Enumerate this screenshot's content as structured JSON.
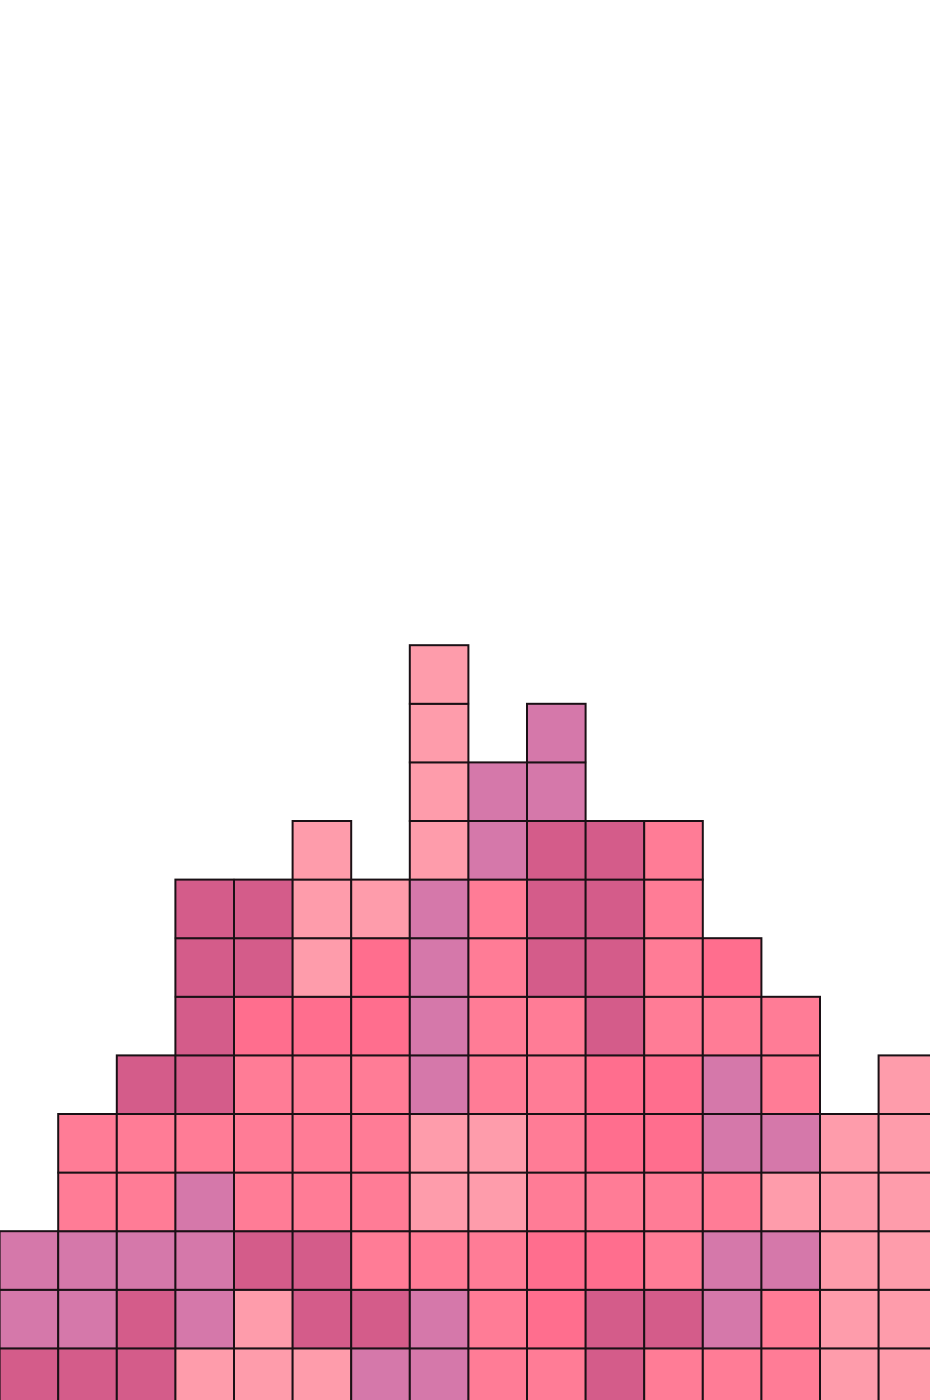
{
  "board": {
    "columns": 16,
    "visible_rows": 13,
    "palette": {
      "1": "#d45c8a",
      "2": "#d578aa",
      "3": "#ff7c96",
      "4": "#ff6e8e",
      "5": "#fe9cab"
    },
    "grid_bottom_up": [
      [
        1,
        1,
        1,
        5,
        5,
        5,
        2,
        2,
        3,
        3,
        1,
        3,
        3,
        3,
        5,
        5
      ],
      [
        2,
        2,
        1,
        2,
        5,
        1,
        1,
        2,
        3,
        4,
        1,
        1,
        2,
        3,
        5,
        5
      ],
      [
        2,
        2,
        2,
        2,
        1,
        1,
        3,
        3,
        3,
        4,
        4,
        3,
        2,
        2,
        5,
        5
      ],
      [
        0,
        3,
        3,
        2,
        3,
        3,
        3,
        5,
        5,
        3,
        3,
        3,
        3,
        5,
        5,
        5
      ],
      [
        0,
        3,
        3,
        3,
        3,
        3,
        3,
        5,
        5,
        3,
        4,
        4,
        2,
        2,
        5,
        5
      ],
      [
        0,
        0,
        1,
        1,
        3,
        3,
        3,
        2,
        3,
        3,
        4,
        4,
        2,
        3,
        0,
        5
      ],
      [
        0,
        0,
        0,
        1,
        4,
        4,
        4,
        2,
        3,
        3,
        1,
        3,
        3,
        3,
        0,
        0
      ],
      [
        0,
        0,
        0,
        1,
        1,
        5,
        4,
        2,
        3,
        1,
        1,
        3,
        4,
        0,
        0,
        0
      ],
      [
        0,
        0,
        0,
        1,
        1,
        5,
        5,
        2,
        3,
        1,
        1,
        3,
        0,
        0,
        0,
        0
      ],
      [
        0,
        0,
        0,
        0,
        0,
        5,
        0,
        5,
        2,
        1,
        1,
        3,
        0,
        0,
        0,
        0
      ],
      [
        0,
        0,
        0,
        0,
        0,
        0,
        0,
        5,
        2,
        2,
        0,
        0,
        0,
        0,
        0,
        0
      ],
      [
        0,
        0,
        0,
        0,
        0,
        0,
        0,
        5,
        0,
        2,
        0,
        0,
        0,
        0,
        0,
        0
      ],
      [
        0,
        0,
        0,
        0,
        0,
        0,
        0,
        5,
        0,
        0,
        0,
        0,
        0,
        0,
        0,
        0
      ]
    ]
  }
}
